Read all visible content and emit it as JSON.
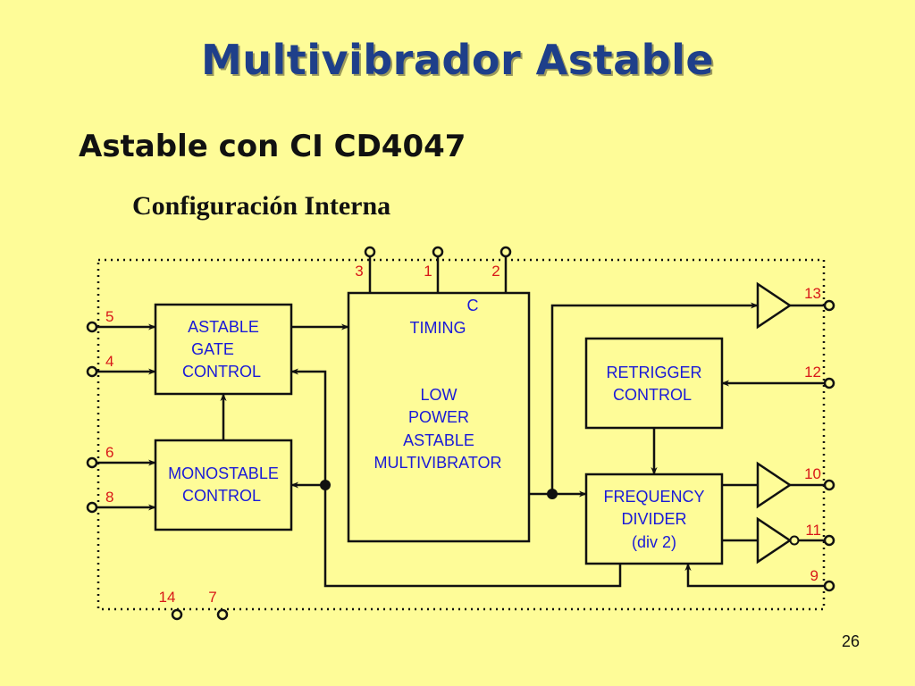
{
  "title": "Multivibrador Astable",
  "subtitle": "Astable con CI CD4047",
  "caption": "Configuración Interna",
  "page_number": "26",
  "blocks": {
    "astable_gate_control": [
      "ASTABLE",
      "GATE",
      "CONTROL"
    ],
    "monostable_control": [
      "MONOSTABLE",
      "CONTROL"
    ],
    "timing": [
      "C",
      "TIMING"
    ],
    "low_power_astable": [
      "LOW",
      "POWER",
      "ASTABLE",
      "MULTIVIBRATOR"
    ],
    "retrigger_control": [
      "RETRIGGER",
      "CONTROL"
    ],
    "frequency_divider": [
      "FREQUENCY",
      "DIVIDER",
      "(div  2)"
    ]
  },
  "pins": {
    "p3": "3",
    "p1": "1",
    "p2": "2",
    "p5": "5",
    "p4": "4",
    "p6": "6",
    "p8": "8",
    "p13": "13",
    "p12": "12",
    "p10": "10",
    "p11": "11",
    "p9": "9",
    "p14": "14",
    "p7": "7"
  },
  "colors": {
    "background": "#fefc98",
    "title": "#1e3f8a",
    "block_text": "#1a1ad8",
    "pin_text": "#d81818",
    "lines": "#111111"
  }
}
